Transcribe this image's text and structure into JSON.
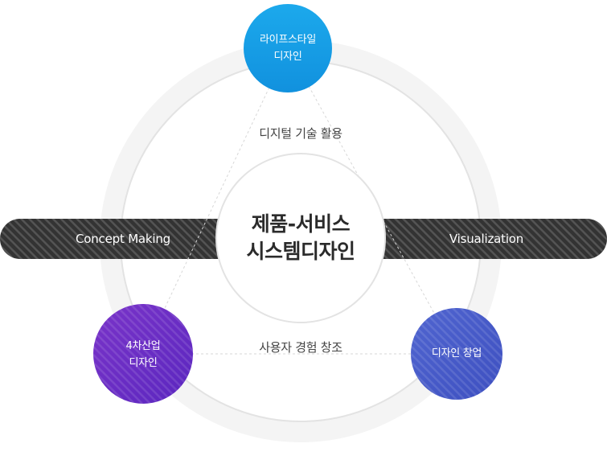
{
  "center": {
    "line1": "제품-서비스",
    "line2": "시스템디자인"
  },
  "bar": {
    "left": "Concept Making",
    "right": "Visualization"
  },
  "relations": {
    "top": "디지털 기술 활용",
    "bottom": "사용자 경험 창조"
  },
  "nodes": [
    {
      "id": "lifestyle",
      "line1": "라이프스타일",
      "line2": "디자인",
      "color": "#1a9fe6"
    },
    {
      "id": "industry4",
      "line1": "4차산업",
      "line2": "디자인",
      "color": "#6a2fc7"
    },
    {
      "id": "startup",
      "line1": "디자인 창업",
      "line2": "",
      "color": "#4658c8"
    }
  ],
  "colors": {
    "bar": "#333333",
    "outer_ring": "#f4f4f4",
    "ring_border": "#e3e3e3",
    "dashed_line": "#d7d7d7"
  }
}
